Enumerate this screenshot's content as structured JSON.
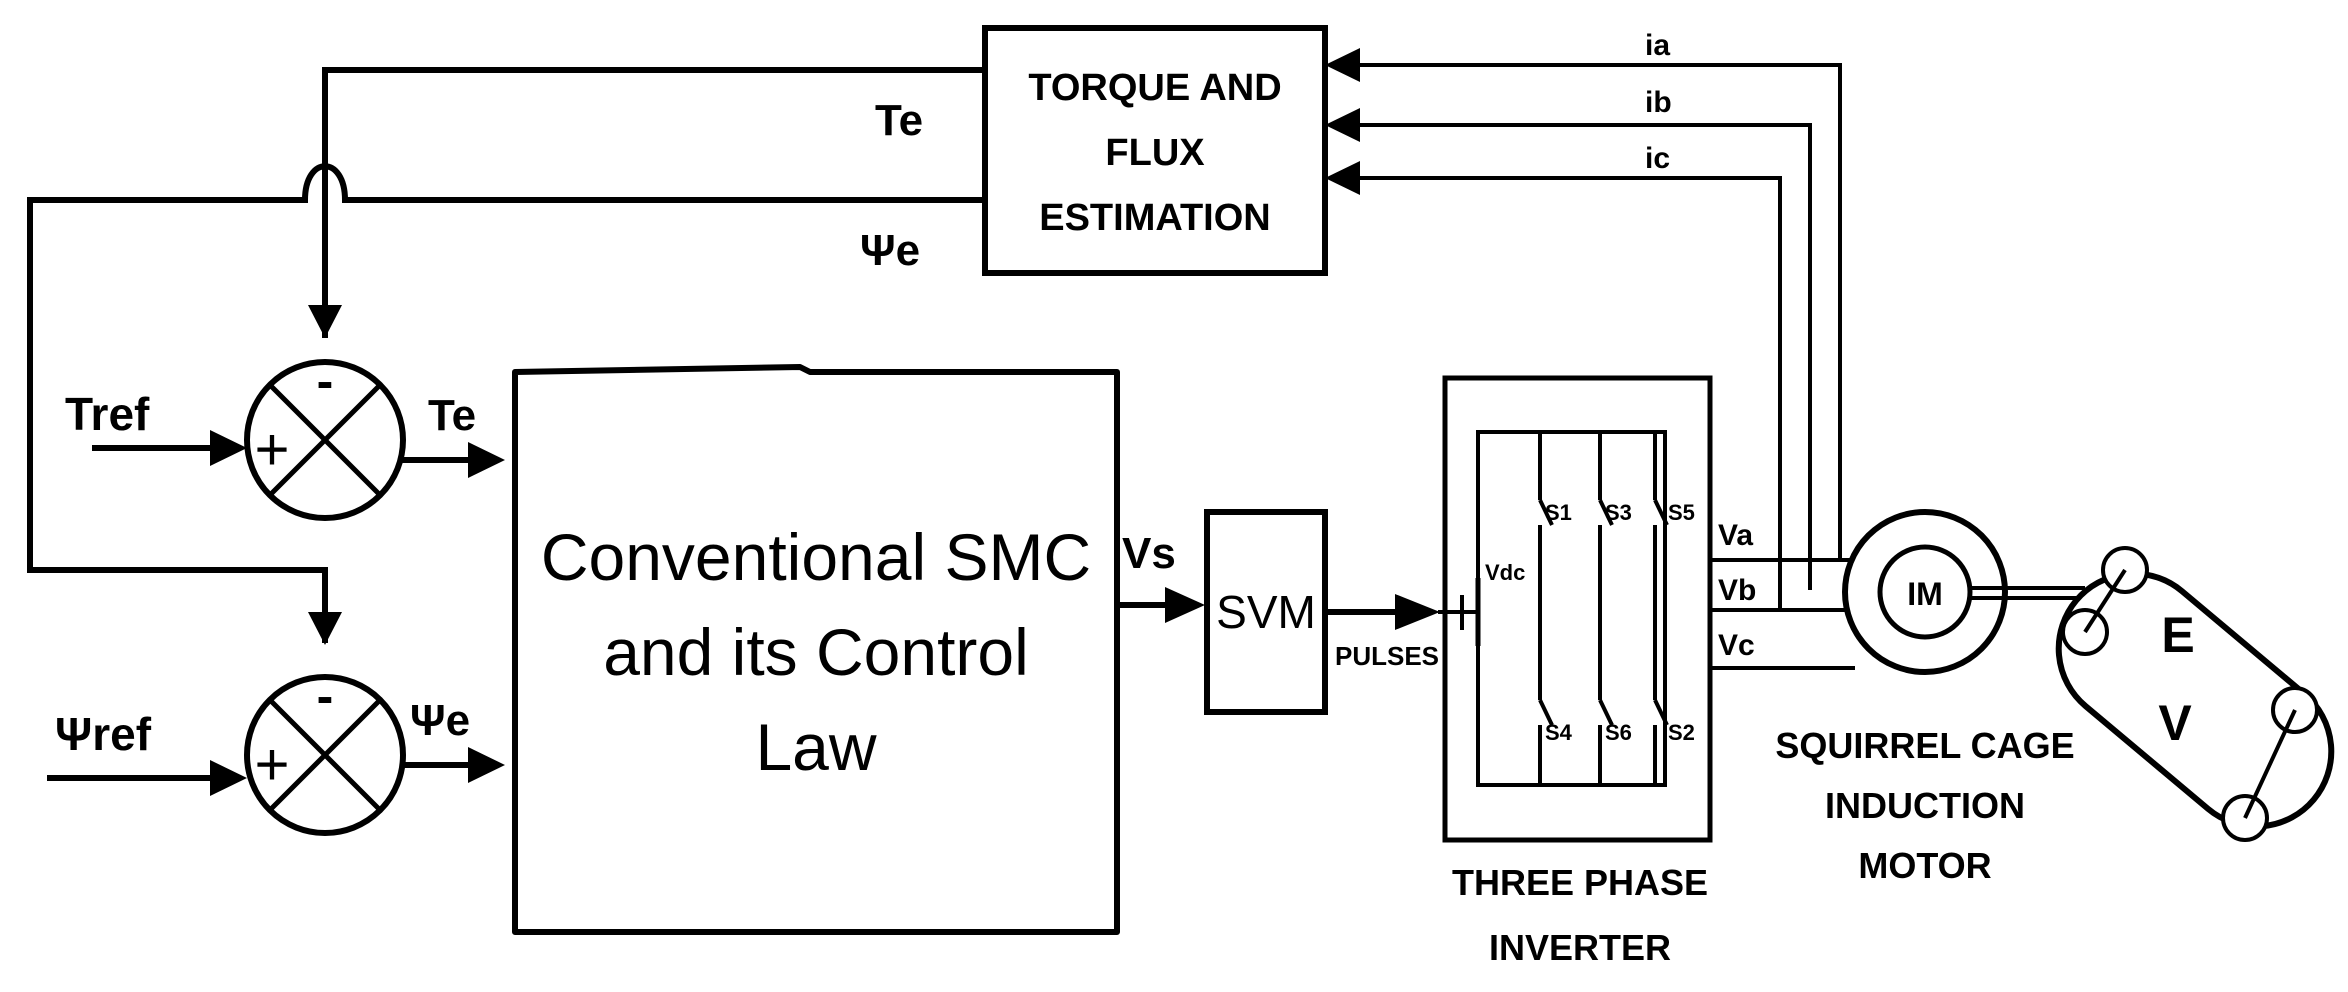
{
  "blocks": {
    "estimator": [
      "TORQUE AND",
      "FLUX",
      "ESTIMATION"
    ],
    "controller": [
      "Conventional SMC",
      "and its Control",
      "Law"
    ],
    "svm": "SVM",
    "inverter_caption": [
      "THREE PHASE",
      "INVERTER"
    ],
    "motor": "IM",
    "motor_caption": [
      "SQUIRREL CAGE",
      "INDUCTION",
      "MOTOR"
    ],
    "ev": [
      "E",
      "V"
    ]
  },
  "signals": {
    "te_feedback": "Te",
    "psi_feedback": "Ψe",
    "tref": "Tref",
    "psiref": "Ψref",
    "te_error": "Te",
    "psi_error": "Ψe",
    "vs": "Vs",
    "pulses": "PULSES",
    "vdc": "Vdc",
    "currents": [
      "ia",
      "ib",
      "ic"
    ],
    "voltages": [
      "Va",
      "Vb",
      "Vc"
    ]
  },
  "summers": {
    "minus": "-",
    "plus": "+"
  },
  "switches": {
    "top": [
      "S1",
      "S3",
      "S5"
    ],
    "bottom": [
      "S4",
      "S6",
      "S2"
    ]
  }
}
